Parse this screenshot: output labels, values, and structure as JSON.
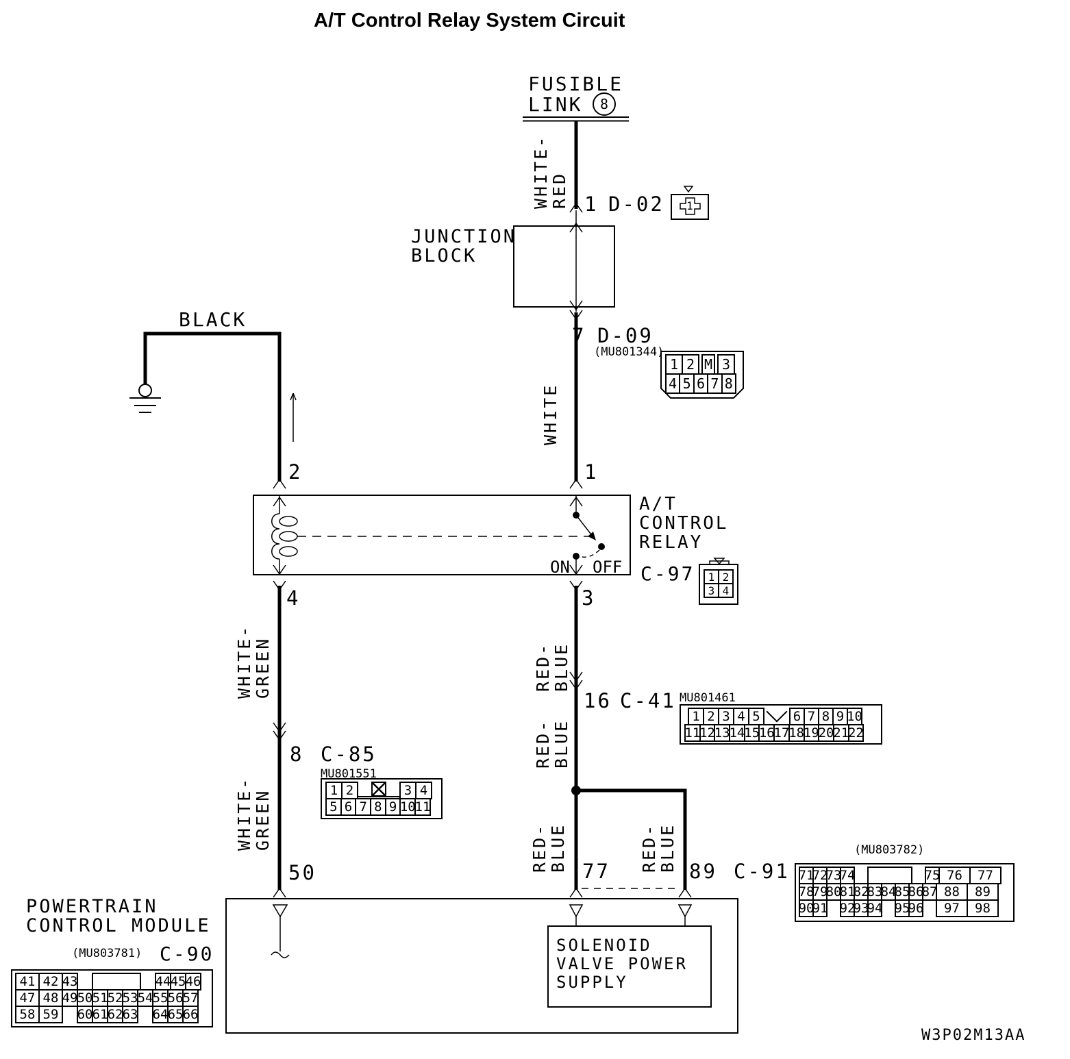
{
  "title": "A/T Control Relay System Circuit",
  "footer_code": "W3P02M13AA",
  "power_source": {
    "name_line1": "FUSIBLE",
    "name_line2": "LINK",
    "number": "8"
  },
  "junction_block": {
    "name_line1": "JUNCTION",
    "name_line2": "BLOCK"
  },
  "relay": {
    "name_lines": [
      "A/T",
      "CONTROL",
      "RELAY"
    ],
    "connector_code": "C-97",
    "switch_on": "ON",
    "switch_off": "OFF",
    "pins": {
      "top_left": "2",
      "top_right": "1",
      "bottom_left": "4",
      "bottom_right": "3"
    },
    "connector_cells": [
      [
        "1",
        "2"
      ],
      [
        "3",
        "4"
      ]
    ]
  },
  "pcm": {
    "name_line1": "POWERTRAIN",
    "name_line2": "CONTROL MODULE",
    "part_number": "(MU803781)",
    "connector_code": "C-90",
    "ground_pin": "50",
    "connector_cells": [
      [
        "41",
        "42",
        "43",
        "~",
        "",
        "~",
        "44",
        "45",
        "46"
      ],
      [
        "47",
        "48",
        "49",
        "50",
        "51",
        "52",
        "53",
        "54",
        "55",
        "56",
        "57"
      ],
      [
        "58",
        "59",
        "~",
        "60",
        "61",
        "62",
        "63",
        "~",
        "64",
        "65",
        "66"
      ]
    ]
  },
  "solenoid_box": {
    "name_lines": [
      "SOLENOID",
      "VALVE POWER",
      "SUPPLY"
    ]
  },
  "wire_colors": {
    "white_red": {
      "line1": "WHITE-",
      "line2": "RED"
    },
    "white": {
      "line1": "WHITE"
    },
    "black": {
      "line1": "BLACK"
    },
    "white_green": {
      "line1": "WHITE-",
      "line2": "GREEN"
    },
    "red_blue": {
      "line1": "RED-",
      "line2": "BLUE"
    }
  },
  "connectors": {
    "d02": {
      "pin": "1",
      "code": "D-02",
      "cavity": "1"
    },
    "d09": {
      "pin": "7",
      "code": "D-09",
      "part_number": "(MU801344)",
      "cells": [
        [
          "1",
          "2",
          "~",
          "M",
          "~",
          "3"
        ],
        [
          "4",
          "5",
          "6",
          "7",
          "8"
        ]
      ]
    },
    "c41": {
      "pin": "16",
      "code": "C-41",
      "part_number": "MU801461",
      "cells": [
        [
          "1",
          "2",
          "3",
          "4",
          "5",
          "v",
          "6",
          "7",
          "8",
          "9",
          "10"
        ],
        [
          "11",
          "12",
          "13",
          "14",
          "15",
          "16",
          "17",
          "18",
          "19",
          "20",
          "21",
          "22"
        ]
      ]
    },
    "c85": {
      "pin": "8",
      "code": "C-85",
      "part_number": "MU801551",
      "cells": [
        [
          "1",
          "2",
          "#",
          "3",
          "4"
        ],
        [
          "5",
          "6",
          "7",
          "8",
          "9",
          "10",
          "11"
        ]
      ]
    },
    "c91": {
      "pin_left": "77",
      "pin_right": "89",
      "code": "C-91",
      "part_number": "(MU803782)",
      "cells": [
        [
          "71",
          "72",
          "73",
          "74",
          "~",
          "",
          "~",
          "75",
          "76",
          "77"
        ],
        [
          "78",
          "79",
          "80",
          "81",
          "82",
          "83",
          "84",
          "85",
          "86",
          "87",
          "88",
          "89"
        ],
        [
          "90",
          "91",
          "~",
          "92",
          "93",
          "94",
          "~",
          "95",
          "96",
          "~",
          "97",
          "98"
        ]
      ]
    }
  }
}
